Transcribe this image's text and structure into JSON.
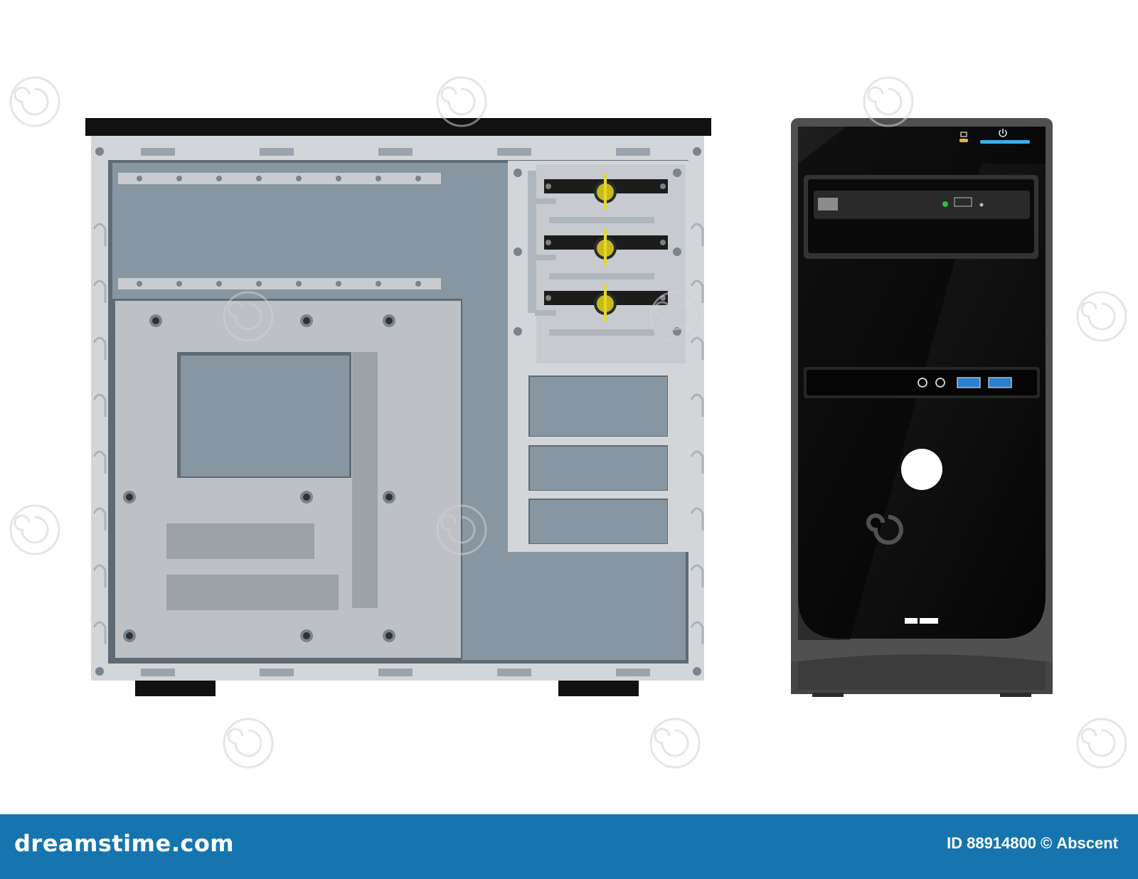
{
  "footer": {
    "brand": "dreamstime.com",
    "id_label": "ID",
    "image_id": "88914800",
    "copyright": "©",
    "author": "Abscent"
  },
  "colors": {
    "footer_bg": "#1675ae",
    "case_frame": "#d3d6d9",
    "case_panel": "#8896a2",
    "tower_body": "#0d0d0d",
    "power_led": "#3ab0e6",
    "usb_port": "#2d7fd0"
  },
  "icons": [
    "power-icon",
    "hdd-icon",
    "dreamstime-swirl-icon"
  ]
}
